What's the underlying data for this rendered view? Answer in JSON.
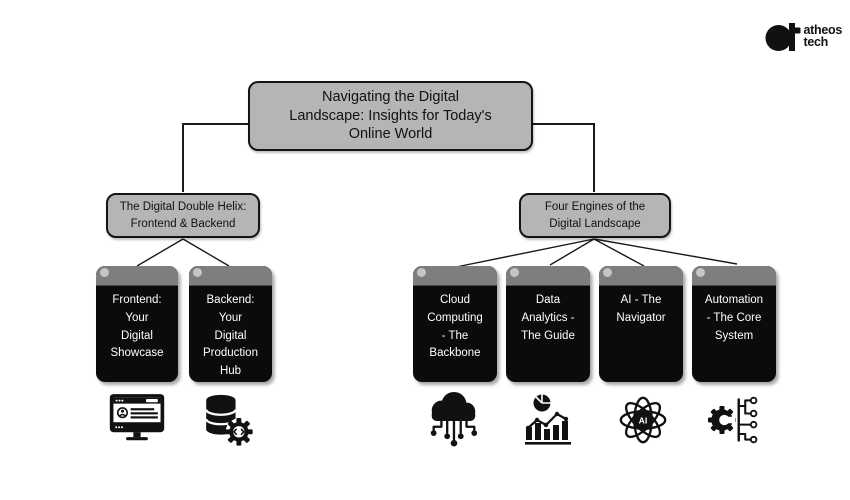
{
  "brand": {
    "name_line1": "atheos",
    "name_line2": "tech"
  },
  "root": {
    "title": "Navigating the Digital Landscape: Insights for Today's Online World",
    "title_lines": [
      "Navigating the Digital",
      "Landscape: Insights for Today's",
      "Online World"
    ]
  },
  "branches": [
    {
      "label": "The Digital Double Helix: Frontend & Backend",
      "label_lines": [
        "The Digital Double Helix:",
        "Frontend & Backend"
      ],
      "children": [
        {
          "label": "Frontend: Your Digital Showcase",
          "label_lines": [
            "Frontend:",
            "Your",
            "Digital",
            "Showcase"
          ],
          "icon": "frontend-monitor-icon"
        },
        {
          "label": "Backend: Your Digital Production Hub",
          "label_lines": [
            "Backend:",
            "Your",
            "Digital",
            "Production",
            "Hub"
          ],
          "icon": "backend-database-icon"
        }
      ]
    },
    {
      "label": "Four Engines of the Digital Landscape",
      "label_lines": [
        "Four Engines of the",
        "Digital Landscape"
      ],
      "children": [
        {
          "label": "Cloud Computing - The Backbone",
          "label_lines": [
            "Cloud",
            "Computing",
            "- The",
            "Backbone"
          ],
          "icon": "cloud-computing-icon"
        },
        {
          "label": "Data Analytics - The Guide",
          "label_lines": [
            "Data",
            "Analytics -",
            "The Guide"
          ],
          "icon": "data-analytics-icon"
        },
        {
          "label": "AI - The Navigator",
          "label_lines": [
            "AI - The",
            "Navigator"
          ],
          "icon": "ai-atom-icon"
        },
        {
          "label": "Automation - The Core System",
          "label_lines": [
            "Automation",
            "- The Core",
            "System"
          ],
          "icon": "automation-gear-icon"
        }
      ]
    }
  ],
  "icons": {
    "ai_center_label": "AI"
  },
  "colors": {
    "background": "#ffffff",
    "node_fill": "#b5b5b5",
    "node_border": "#141414",
    "card_body": "#0b0b0b",
    "card_header": "#7e7e7e",
    "card_pin": "#c6c6c6",
    "card_text": "#ffffff",
    "connector_line": "#1a1a1a",
    "logo": "#111111"
  }
}
